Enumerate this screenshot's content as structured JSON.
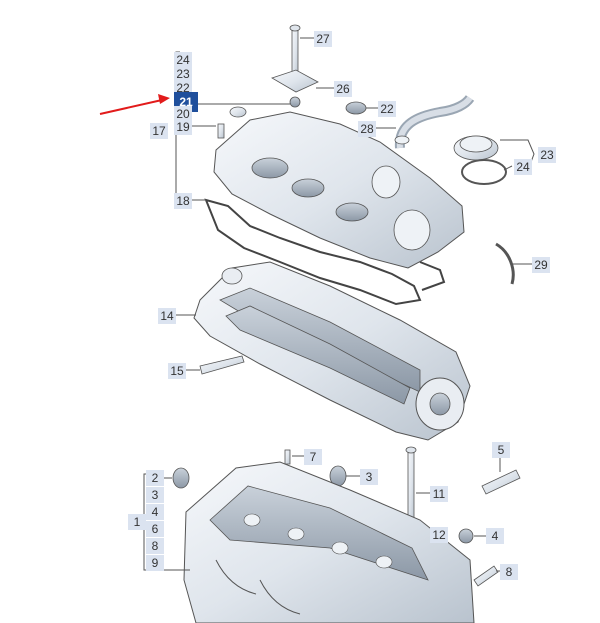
{
  "diagram": {
    "callouts": {
      "c27": "27",
      "c26": "26",
      "c24a": "24",
      "c23a": "23",
      "c22a": "22",
      "c21": "21",
      "c20": "20",
      "c19": "19",
      "c17": "17",
      "c18": "18",
      "c22b": "22",
      "c28": "28",
      "c23b": "23",
      "c24b": "24",
      "c29": "29",
      "c14": "14",
      "c15": "15",
      "c7": "7",
      "c2": "2",
      "c3a": "3",
      "c3b": "3",
      "c4a": "4",
      "c1": "1",
      "c6": "6",
      "c8": "8",
      "c9": "9",
      "c5": "5",
      "c11": "11",
      "c12": "12",
      "c4b": "4",
      "c8b": "8"
    },
    "highlight_color": "#1f4f9c",
    "arrow_color": "#e21b1b",
    "callout_bg": "#dbe3f0"
  }
}
